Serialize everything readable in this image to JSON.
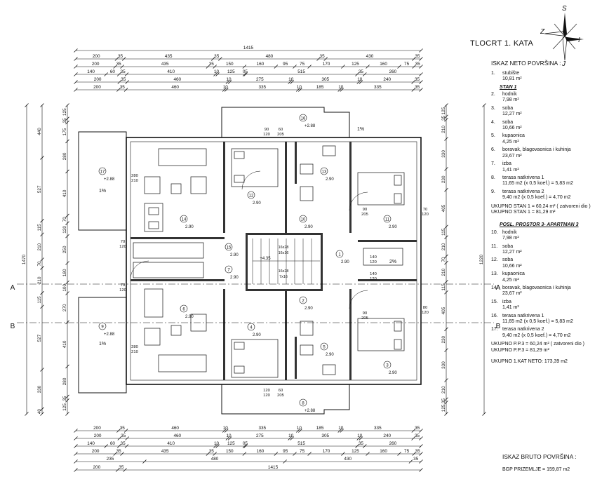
{
  "title": "TLOCRT  1. KATA",
  "neto_title": "ISKAZ NETO POVRŠINA :",
  "stan1_header": "STAN  1",
  "stan1_items": [
    {
      "n": "1.",
      "name": "stubište",
      "area": "10,81 m²"
    },
    {
      "n": "2.",
      "name": "hodnik",
      "area": "7,98 m²"
    },
    {
      "n": "3.",
      "name": "soba",
      "area": "12,27 m²"
    },
    {
      "n": "4.",
      "name": "soba",
      "area": "10,66 m²"
    },
    {
      "n": "5.",
      "name": "kupaonica",
      "area": "4,25 m²"
    },
    {
      "n": "6.",
      "name": "boravak, blagovaonica i kuhinja",
      "area": "23,67 m²"
    },
    {
      "n": "7.",
      "name": "izba",
      "area": "1,41 m²"
    },
    {
      "n": "8.",
      "name": "terasa natkrivena 1",
      "area": "11,65 m2 (x 0,5 koef.) = 5,83 m2"
    },
    {
      "n": "9.",
      "name": "terasa natkrivena 2",
      "area": "9,40 m2 (x 0,5 koef.) = 4,70 m2"
    }
  ],
  "stan1_total_closed": "UKUPNO STAN 1 = 60,24 m² ( zatvoreni dio )",
  "stan1_total": "UKUPNO STAN 1 = 81,29 m²",
  "pp3_header": "POSL. PROSTOR  3- APARTMAN 3",
  "pp3_items": [
    {
      "n": "10.",
      "name": "hodnik",
      "area": "7,98 m²"
    },
    {
      "n": "11.",
      "name": "soba",
      "area": "12,27 m²"
    },
    {
      "n": "12.",
      "name": "soba",
      "area": "10,66 m²"
    },
    {
      "n": "13.",
      "name": "kupaonica",
      "area": "4,25 m²"
    },
    {
      "n": "14.",
      "name": "boravak, blagovaonica i kuhinja",
      "area": "23,67 m²"
    },
    {
      "n": "15.",
      "name": "izba",
      "area": "1,41 m²"
    },
    {
      "n": "16.",
      "name": "terasa natkrivena 1",
      "area": "11,65 m2 (x 0,5 koef.) = 5,83 m2"
    },
    {
      "n": "17.",
      "name": "terasa natkrivena 2",
      "area": "9,40 m2 (x 0,5 koef.) = 4,70 m2"
    }
  ],
  "pp3_total_closed": "UKUPNO P.P.3 = 60,24 m² ( zatvoreni dio )",
  "pp3_total": "UKUPNO P.P.3 = 81,29 m²",
  "kat_total": "UKUPNO 1.KAT  NETO: 173,39 m2",
  "bruto_title": "ISKAZ BRUTO POVRŠINA :",
  "bruto_value": "BGP PRIZEMLJE = 159,87 m2",
  "compass": {
    "n": "S",
    "s": "J",
    "e": "I",
    "w": "Z"
  },
  "dims_top": [
    [
      "1415"
    ],
    [
      "200",
      "35",
      "435",
      "35",
      "480",
      "35",
      "430",
      "35"
    ],
    [
      "200",
      "35",
      "435",
      "35",
      "150",
      "160",
      "95",
      "75",
      "170",
      "125",
      "160",
      "75",
      "35"
    ],
    [
      "140",
      "60",
      "35",
      "410",
      "10",
      "125",
      "05",
      "515",
      "35",
      "260"
    ],
    [
      "200",
      "35",
      "460",
      "10",
      "275",
      "10",
      "305",
      "10",
      "240",
      "35"
    ],
    [
      "200",
      "35",
      "460",
      "10",
      "335",
      "10",
      "185",
      "10",
      "335",
      "35"
    ]
  ],
  "dims_bottom": [
    [
      "200",
      "35",
      "460",
      "10",
      "335",
      "10",
      "185",
      "10",
      "335",
      "35"
    ],
    [
      "200",
      "35",
      "460",
      "10",
      "275",
      "10",
      "305",
      "10",
      "240",
      "35"
    ],
    [
      "140",
      "60",
      "35",
      "410",
      "10",
      "125",
      "05",
      "515",
      "35",
      "260"
    ],
    [
      "200",
      "35",
      "435",
      "35",
      "150",
      "160",
      "95",
      "75",
      "170",
      "125",
      "160",
      "75",
      "35"
    ],
    [
      "235",
      "480",
      "430",
      "35"
    ],
    [
      "200",
      "35",
      "1415"
    ]
  ],
  "dims_left_outer": [
    "1470"
  ],
  "dims_left_mid": [
    "440",
    "527",
    "115",
    "210",
    "70",
    "210",
    "115",
    "527",
    "330",
    "40"
  ],
  "dims_left_inner": [
    "125",
    "35",
    "175",
    "280",
    "410",
    "70",
    "120",
    "250",
    "180",
    "100",
    "270",
    "410",
    "280",
    "35",
    "125"
  ],
  "dims_right_inner": [
    "125",
    "35",
    "210",
    "330",
    "230",
    "405",
    "115",
    "210",
    "70",
    "210",
    "115",
    "405",
    "230",
    "330",
    "210",
    "35",
    "125"
  ],
  "dims_right_outer": [
    "1220"
  ],
  "section_marks": [
    "A",
    "B"
  ],
  "room_labels": [
    {
      "id": "17",
      "text": "+2.88"
    },
    {
      "id": "14",
      "text": "2.90"
    },
    {
      "id": "12",
      "text": "2.90"
    },
    {
      "id": "13",
      "text": "2.90"
    },
    {
      "id": "10",
      "text": "2.90"
    },
    {
      "id": "11",
      "text": "2.90"
    },
    {
      "id": "15",
      "text": "2.90"
    },
    {
      "id": "16",
      "text": "+2.88"
    },
    {
      "id": "1",
      "text": "2.90"
    },
    {
      "id": "7",
      "text": "2.90"
    },
    {
      "id": "6",
      "text": "2.90"
    },
    {
      "id": "2",
      "text": "2.90"
    },
    {
      "id": "4",
      "text": "2.90"
    },
    {
      "id": "5",
      "text": "2.90"
    },
    {
      "id": "3",
      "text": "2.90"
    },
    {
      "id": "9",
      "text": "+2.88"
    },
    {
      "id": "8",
      "text": "+2.88"
    }
  ],
  "slope_labels": [
    "1%",
    "1%",
    "1%",
    "2%",
    "1%",
    "1%"
  ],
  "stair_labels": [
    "16x28",
    "16x16",
    "16x28",
    "7x16"
  ],
  "landing_level": "+4.35",
  "opening_labels": [
    "280/210",
    "60/205",
    "90/205",
    "70/120",
    "90/205",
    "60/205",
    "140/120",
    "280/210",
    "70/120",
    "140/120",
    "90/120",
    "70/120",
    "80/120",
    "120/120"
  ]
}
